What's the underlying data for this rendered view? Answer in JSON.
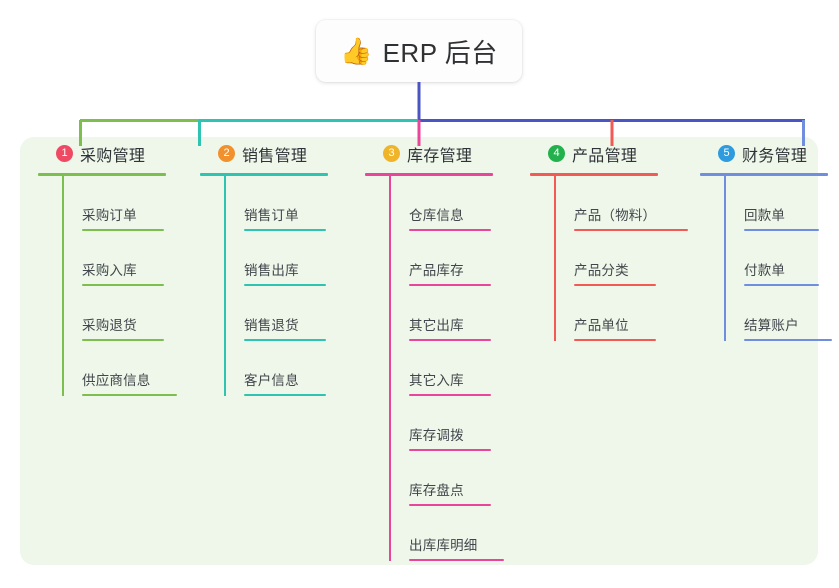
{
  "root": {
    "icon": "thumbs-up-emoji",
    "emoji": "👍",
    "title": "ERP 后台"
  },
  "panel": {
    "background_color": "#eef7e9"
  },
  "columns": [
    {
      "number": "1",
      "title": "采购管理",
      "line_color": "#7cbf4f",
      "badge_color": "#ef4a63",
      "items": [
        {
          "label": "采购订单"
        },
        {
          "label": "采购入库"
        },
        {
          "label": "采购退货"
        },
        {
          "label": "供应商信息"
        }
      ]
    },
    {
      "number": "2",
      "title": "销售管理",
      "line_color": "#2fc4b2",
      "badge_color": "#f0912e",
      "items": [
        {
          "label": "销售订单"
        },
        {
          "label": "销售出库"
        },
        {
          "label": "销售退货"
        },
        {
          "label": "客户信息"
        }
      ]
    },
    {
      "number": "3",
      "title": "库存管理",
      "line_color": "#e8459b",
      "badge_color": "#f0b429",
      "items": [
        {
          "label": "仓库信息"
        },
        {
          "label": "产品库存"
        },
        {
          "label": "其它出库"
        },
        {
          "label": "其它入库"
        },
        {
          "label": "库存调拨"
        },
        {
          "label": "库存盘点"
        },
        {
          "label": "出库库明细"
        }
      ]
    },
    {
      "number": "4",
      "title": "产品管理",
      "line_color": "#f25b55",
      "badge_color": "#22b14c",
      "items": [
        {
          "label": "产品（物料）"
        },
        {
          "label": "产品分类"
        },
        {
          "label": "产品单位"
        }
      ]
    },
    {
      "number": "5",
      "title": "财务管理",
      "line_color": "#6f8ede",
      "badge_color": "#2e9bde",
      "items": [
        {
          "label": "回款单"
        },
        {
          "label": "付款单"
        },
        {
          "label": "结算账户"
        }
      ]
    }
  ],
  "connectors": {
    "trunk_color": "#4a55c4",
    "bus_segments": [
      {
        "color": "#7cbf4f"
      },
      {
        "color": "#2fc4b2"
      },
      {
        "color": "#4a55c4"
      },
      {
        "color": "#4a55c4"
      }
    ]
  }
}
